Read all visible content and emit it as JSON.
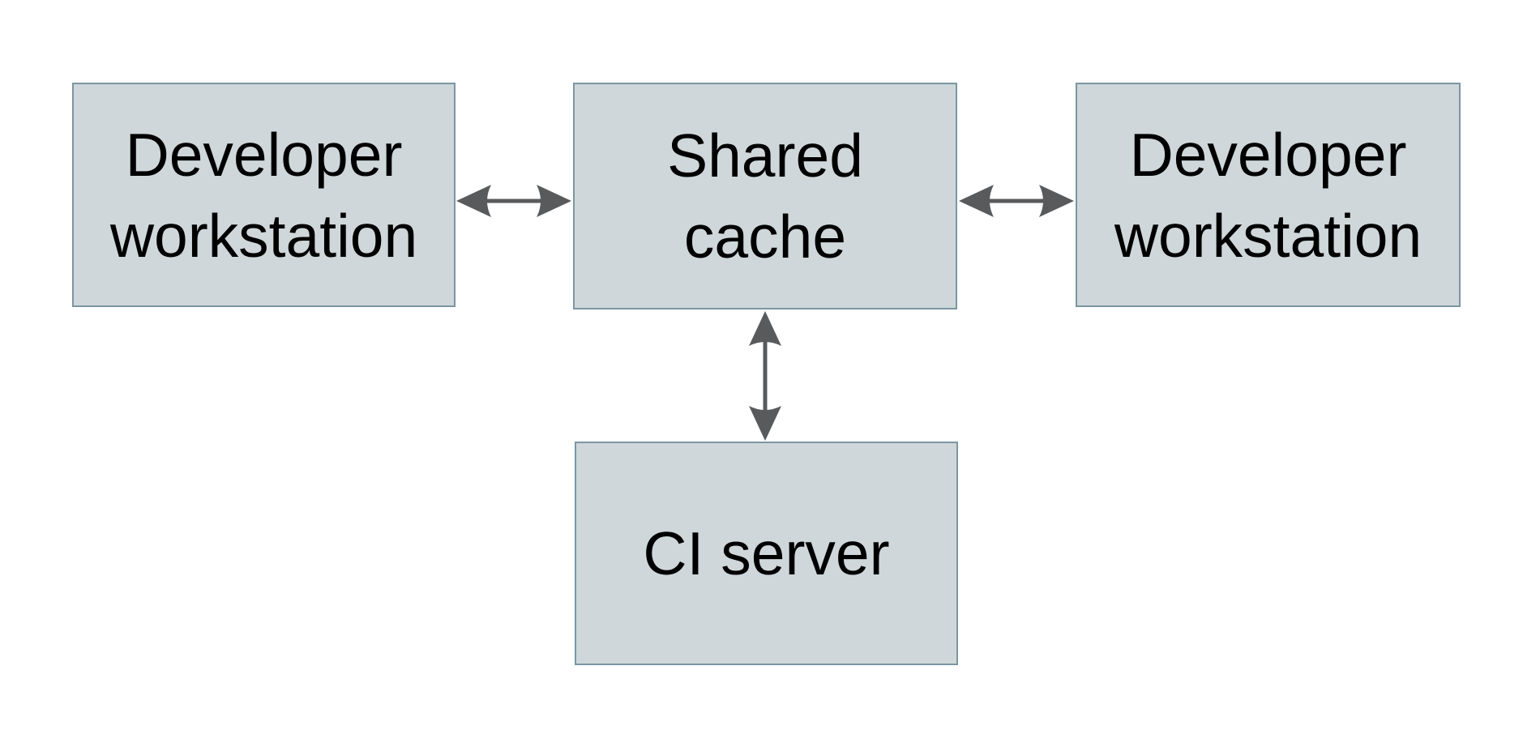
{
  "diagram": {
    "colors": {
      "background": "#ffffff",
      "node_fill": "#cfd7da",
      "node_border": "#7b96a2",
      "arrow": "#595a5c",
      "text": "#000000"
    },
    "nodes": [
      {
        "id": "developer-workstation-left",
        "lines": [
          "Developer",
          "workstation"
        ]
      },
      {
        "id": "shared-cache",
        "lines": [
          "Shared",
          "cache"
        ]
      },
      {
        "id": "developer-workstation-right",
        "lines": [
          "Developer",
          "workstation"
        ]
      },
      {
        "id": "ci-server",
        "lines": [
          "CI server"
        ]
      }
    ],
    "edges": [
      {
        "from": "developer-workstation-left",
        "to": "shared-cache",
        "direction": "bidirectional"
      },
      {
        "from": "shared-cache",
        "to": "developer-workstation-right",
        "direction": "bidirectional"
      },
      {
        "from": "shared-cache",
        "to": "ci-server",
        "direction": "bidirectional"
      }
    ]
  }
}
